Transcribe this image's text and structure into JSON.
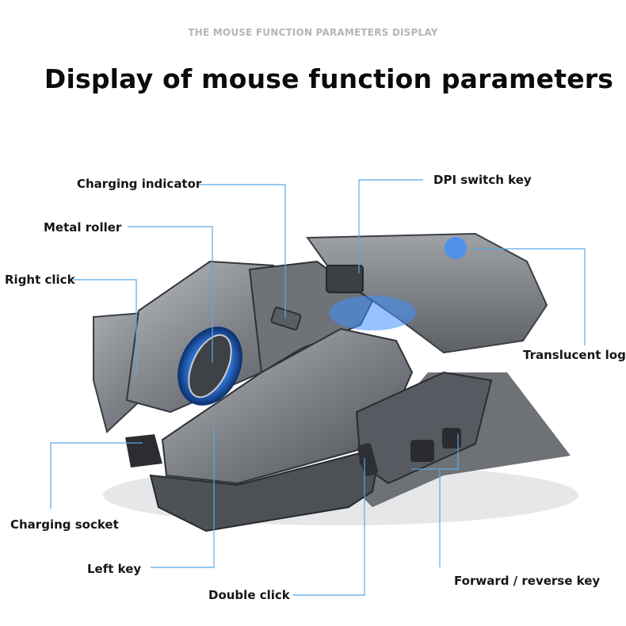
{
  "header": {
    "subtitle": "THE MOUSE FUNCTION PARAMETERS DISPLAY",
    "title": "Display of mouse function parameters"
  },
  "labels": {
    "charging_indicator": "Charging indicator",
    "metal_roller": "Metal roller",
    "right_click": "Right click",
    "dpi_switch_key": "DPI switch key",
    "translucent_logo": "Translucent logo",
    "charging_socket": "Charging socket",
    "left_key": "Left key",
    "double_click": "Double click",
    "forward_reverse_key": "Forward / reverse key"
  },
  "colors": {
    "leader_line": "#5aa9e6",
    "mouse_body": "#8a8d92",
    "accent_glow": "#3f8fff"
  }
}
